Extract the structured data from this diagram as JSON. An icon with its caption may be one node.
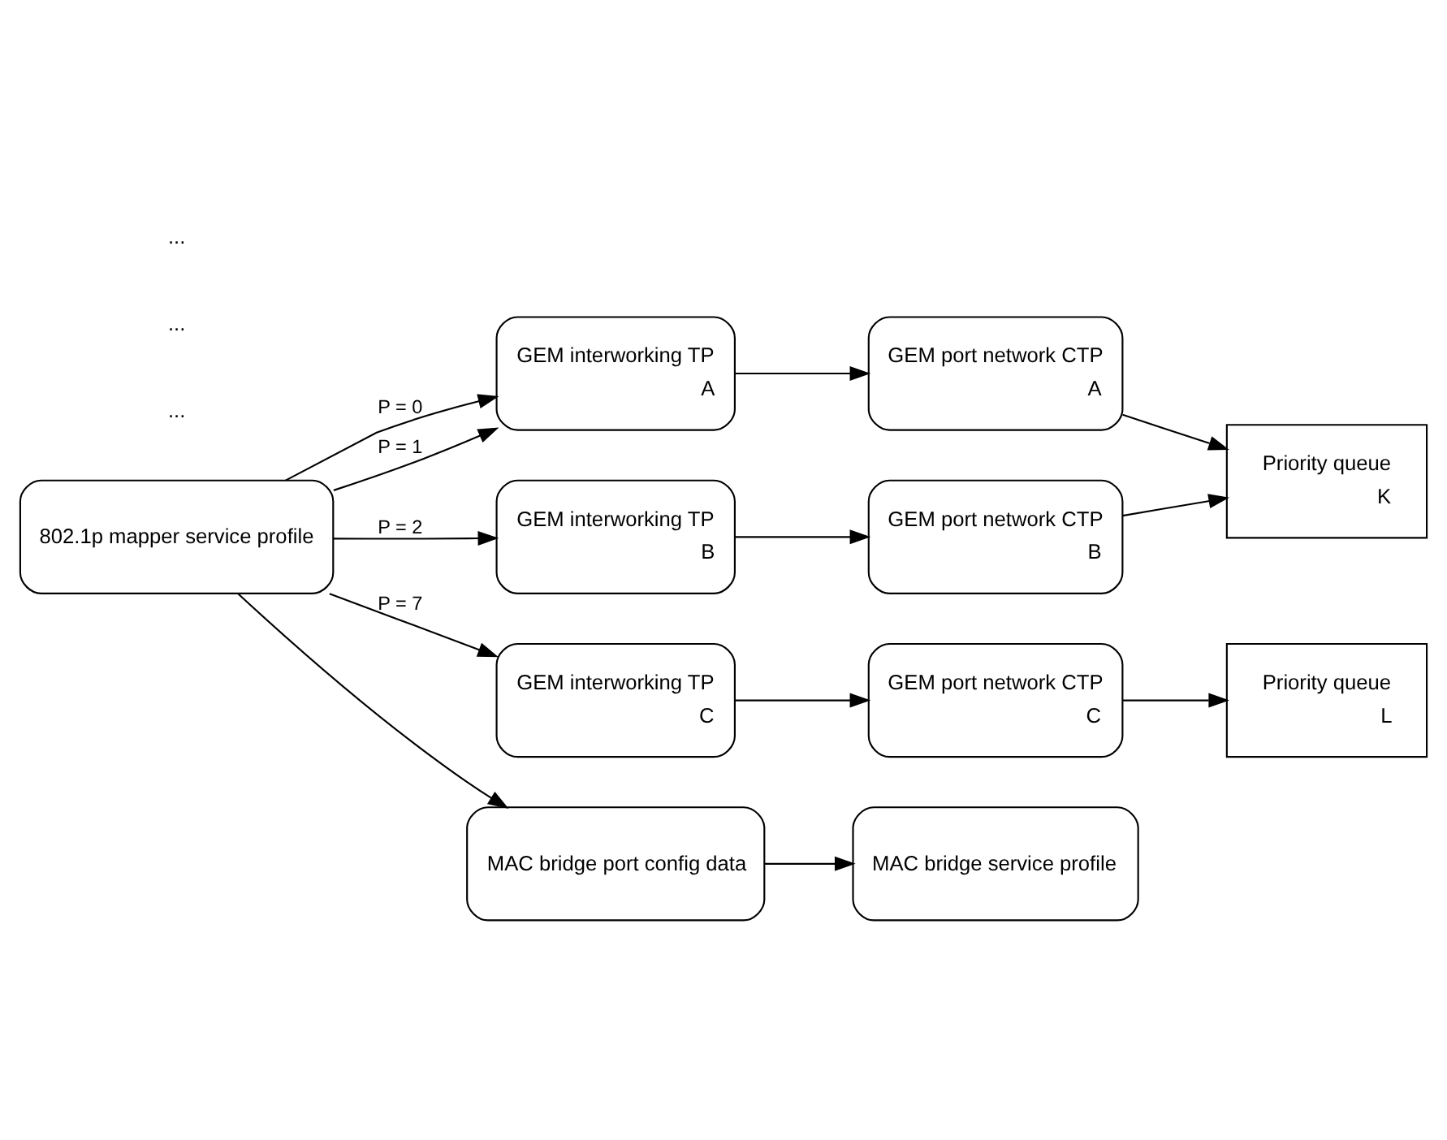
{
  "diagram": {
    "nodes": [
      {
        "text": [
          "GEM port network CTP",
          "A"
        ]
      },
      {
        "text": [
          "Priority queue",
          "K"
        ]
      },
      {
        "text": [
          "GEM interworking TP",
          "A"
        ]
      },
      {
        "text": [
          "GEM port network CTP",
          "B"
        ]
      },
      {
        "text": [
          "Priority queue",
          "L"
        ]
      },
      {
        "text": [
          "GEM interworking TP",
          "B"
        ]
      },
      {
        "text": [
          "GEM port network CTP",
          "C"
        ]
      },
      {
        "text": [
          "802.1p mapper service profile"
        ]
      },
      {
        "text": [
          "GEM interworking TP",
          "C"
        ]
      },
      {
        "text": [
          "MAC bridge port config data"
        ]
      },
      {
        "text": [
          "MAC bridge service profile"
        ]
      }
    ],
    "edges": [
      {
        "from": 7,
        "to": 2,
        "arrow": "to",
        "label": "P = 0"
      },
      {
        "from": 7,
        "to": 2,
        "arrow": "to",
        "label": "P = 1"
      },
      {
        "from": 7,
        "to": 5,
        "arrow": "to",
        "label": "P = 2"
      },
      {
        "from": 7,
        "to": 8,
        "arrow": "to",
        "label": "P = 7"
      },
      {
        "from": 2,
        "to": 0,
        "arrow": "to"
      },
      {
        "from": 0,
        "to": 1,
        "arrow": "to"
      },
      {
        "from": 5,
        "to": 3,
        "arrow": "to"
      },
      {
        "from": 3,
        "to": 1,
        "arrow": "to"
      },
      {
        "from": 8,
        "to": 6,
        "arrow": "to"
      },
      {
        "from": 6,
        "to": 4,
        "arrow": "to"
      },
      {
        "from": 7,
        "to": 9,
        "arrow": "to"
      },
      {
        "from": 9,
        "to": 10,
        "arrow": "to"
      }
    ],
    "labels": [
      "...",
      "...",
      "..."
    ]
  }
}
